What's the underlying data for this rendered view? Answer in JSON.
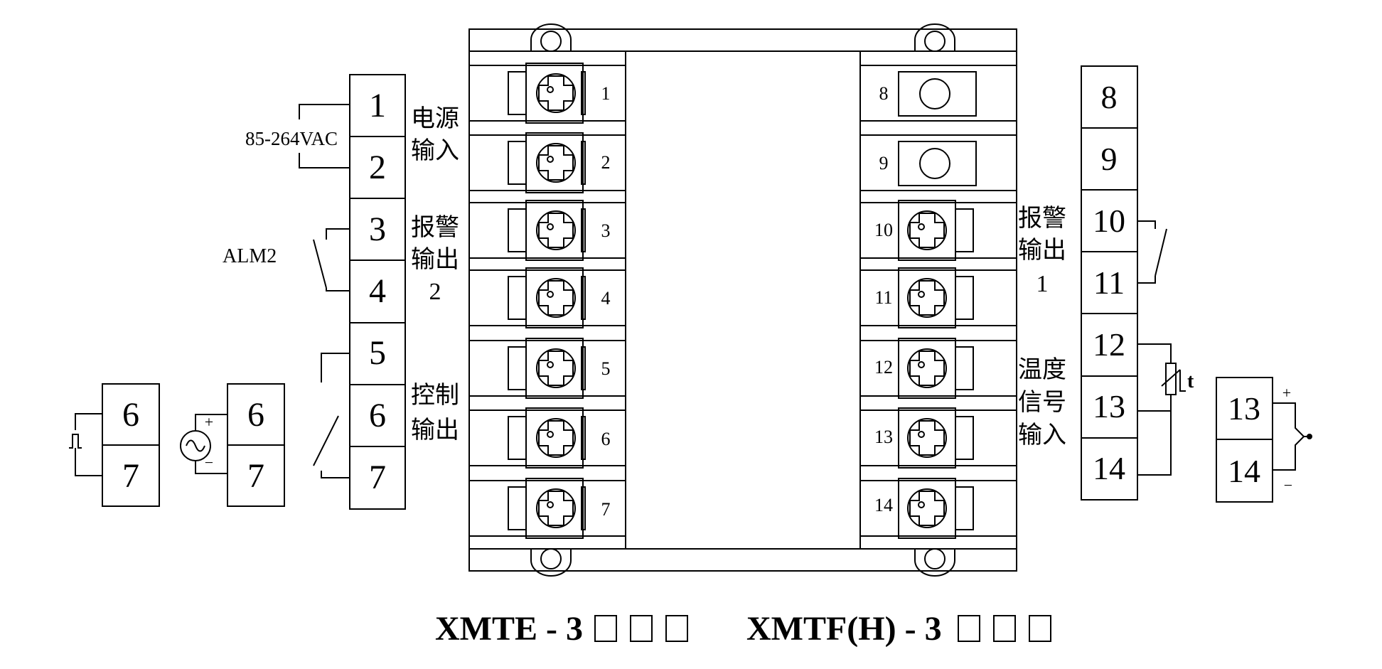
{
  "left_strip": {
    "terminals": [
      "1",
      "2",
      "3",
      "4",
      "5",
      "6",
      "7"
    ],
    "supply_label": "85-264VAC",
    "alarm_label": "ALM2"
  },
  "left_groups": {
    "power": [
      "电源",
      "输入"
    ],
    "alarm2": [
      "报警",
      "输出",
      "2"
    ],
    "control": [
      "控制",
      "输出"
    ]
  },
  "ssr_block": {
    "terminals": [
      "6",
      "7"
    ]
  },
  "current_block": {
    "terminals": [
      "6",
      "7"
    ],
    "plus": "+",
    "minus": "−"
  },
  "device": {
    "left_numbers": [
      "1",
      "2",
      "3",
      "4",
      "5",
      "6",
      "7"
    ],
    "right_numbers": [
      "8",
      "9",
      "10",
      "11",
      "12",
      "13",
      "14"
    ]
  },
  "right_strip": {
    "terminals": [
      "8",
      "9",
      "10",
      "11",
      "12",
      "13",
      "14"
    ]
  },
  "right_groups": {
    "alarm1": [
      "报警",
      "输出",
      "1"
    ],
    "temp": [
      "温度",
      "信号",
      "输入"
    ]
  },
  "rtd_symbol": "t",
  "thermocouple_block": {
    "terminals": [
      "13",
      "14"
    ],
    "plus": "+",
    "minus": "−"
  },
  "models": {
    "model1": "XMTE - 3",
    "model2": "XMTF(H) - 3",
    "box_count": 3
  }
}
